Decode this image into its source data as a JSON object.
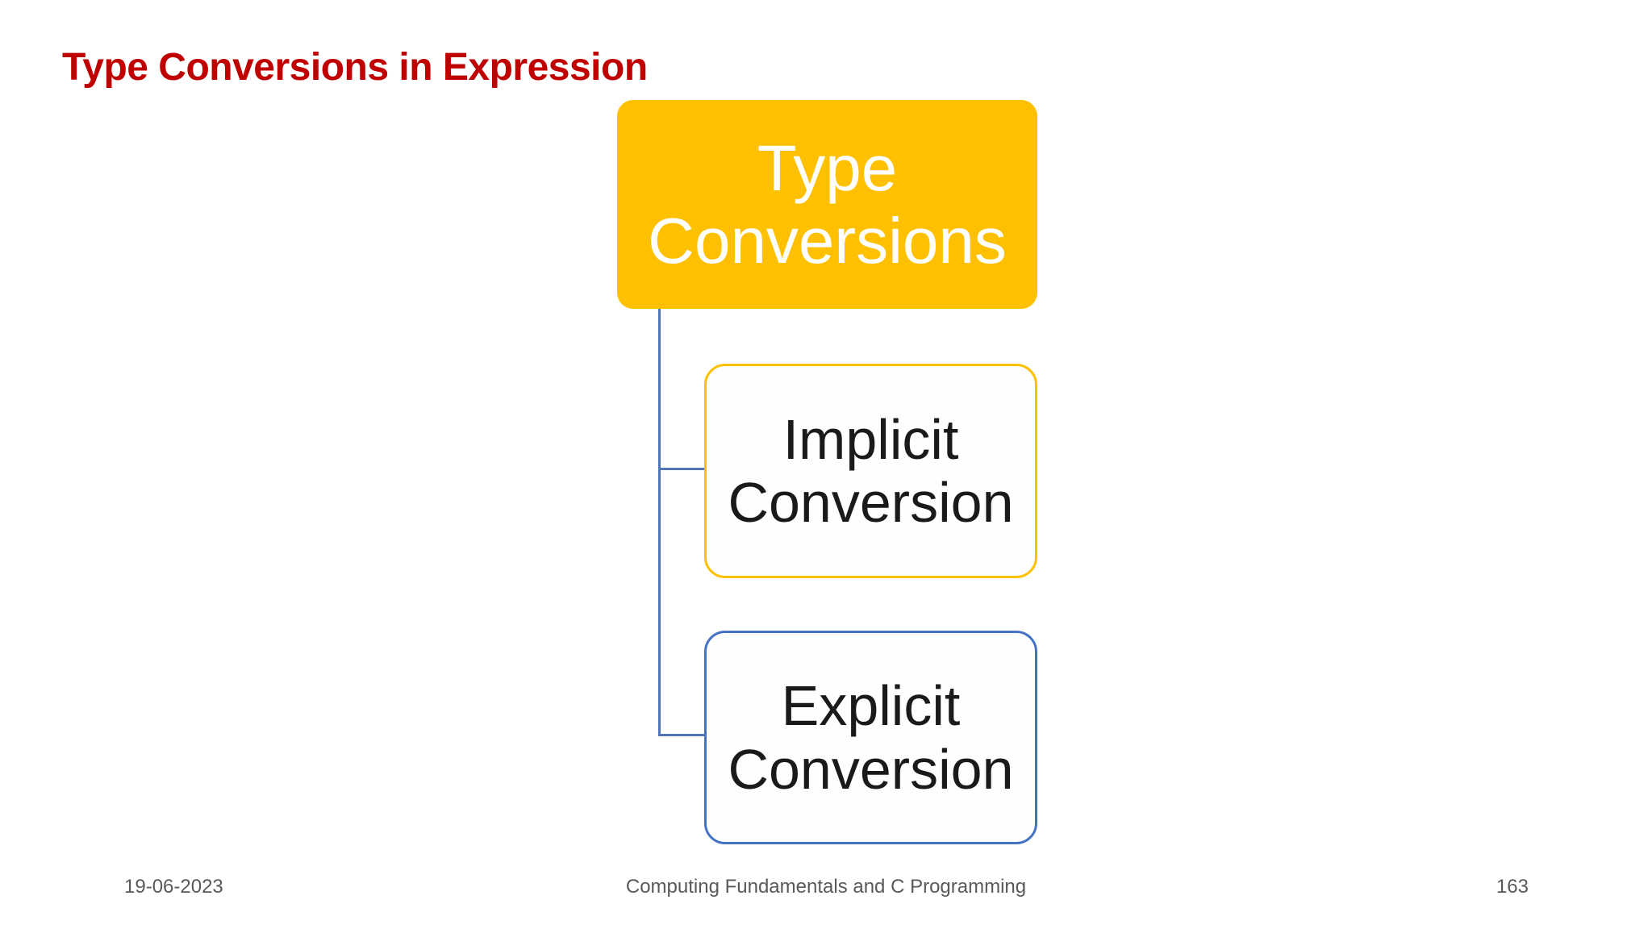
{
  "slide": {
    "title": "Type Conversions in Expression",
    "diagram": {
      "root": {
        "label": "Type Conversions"
      },
      "children": [
        {
          "label": "Implicit Conversion",
          "border_color": "#FFC000"
        },
        {
          "label": "Explicit Conversion",
          "border_color": "#4472C4"
        }
      ]
    },
    "footer": {
      "date": "19-06-2023",
      "course_title": "Computing Fundamentals and C Programming",
      "page_number": "163"
    },
    "colors": {
      "title_text": "#C00000",
      "root_fill": "#FFC000",
      "root_text": "#FFFFFF",
      "node_text": "#1A1A1A",
      "node_fill": "#FEFEFE",
      "connector": "#4F76B8",
      "footer_text": "#595959",
      "background": "#FFFFFF"
    }
  }
}
